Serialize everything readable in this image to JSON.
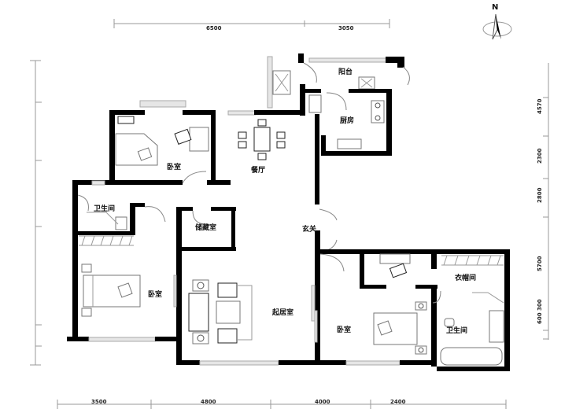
{
  "compass": {
    "label": "N"
  },
  "dimensions": {
    "top": [
      "6500",
      "3050"
    ],
    "bottom": [
      "3500",
      "4800",
      "4000",
      "2400"
    ],
    "right": [
      "4570",
      "2300",
      "2800",
      "5700",
      "600 300"
    ]
  },
  "rooms": {
    "balcony": "阳台",
    "kitchen": "厨房",
    "bedroom_north": "卧室",
    "dining": "餐厅",
    "bathroom_west": "卫生间",
    "storage": "储藏室",
    "foyer": "玄关",
    "bedroom_west": "卧室",
    "living": "起居室",
    "bedroom_master": "卧室",
    "closet": "衣帽间",
    "bathroom_master": "卫生间"
  }
}
